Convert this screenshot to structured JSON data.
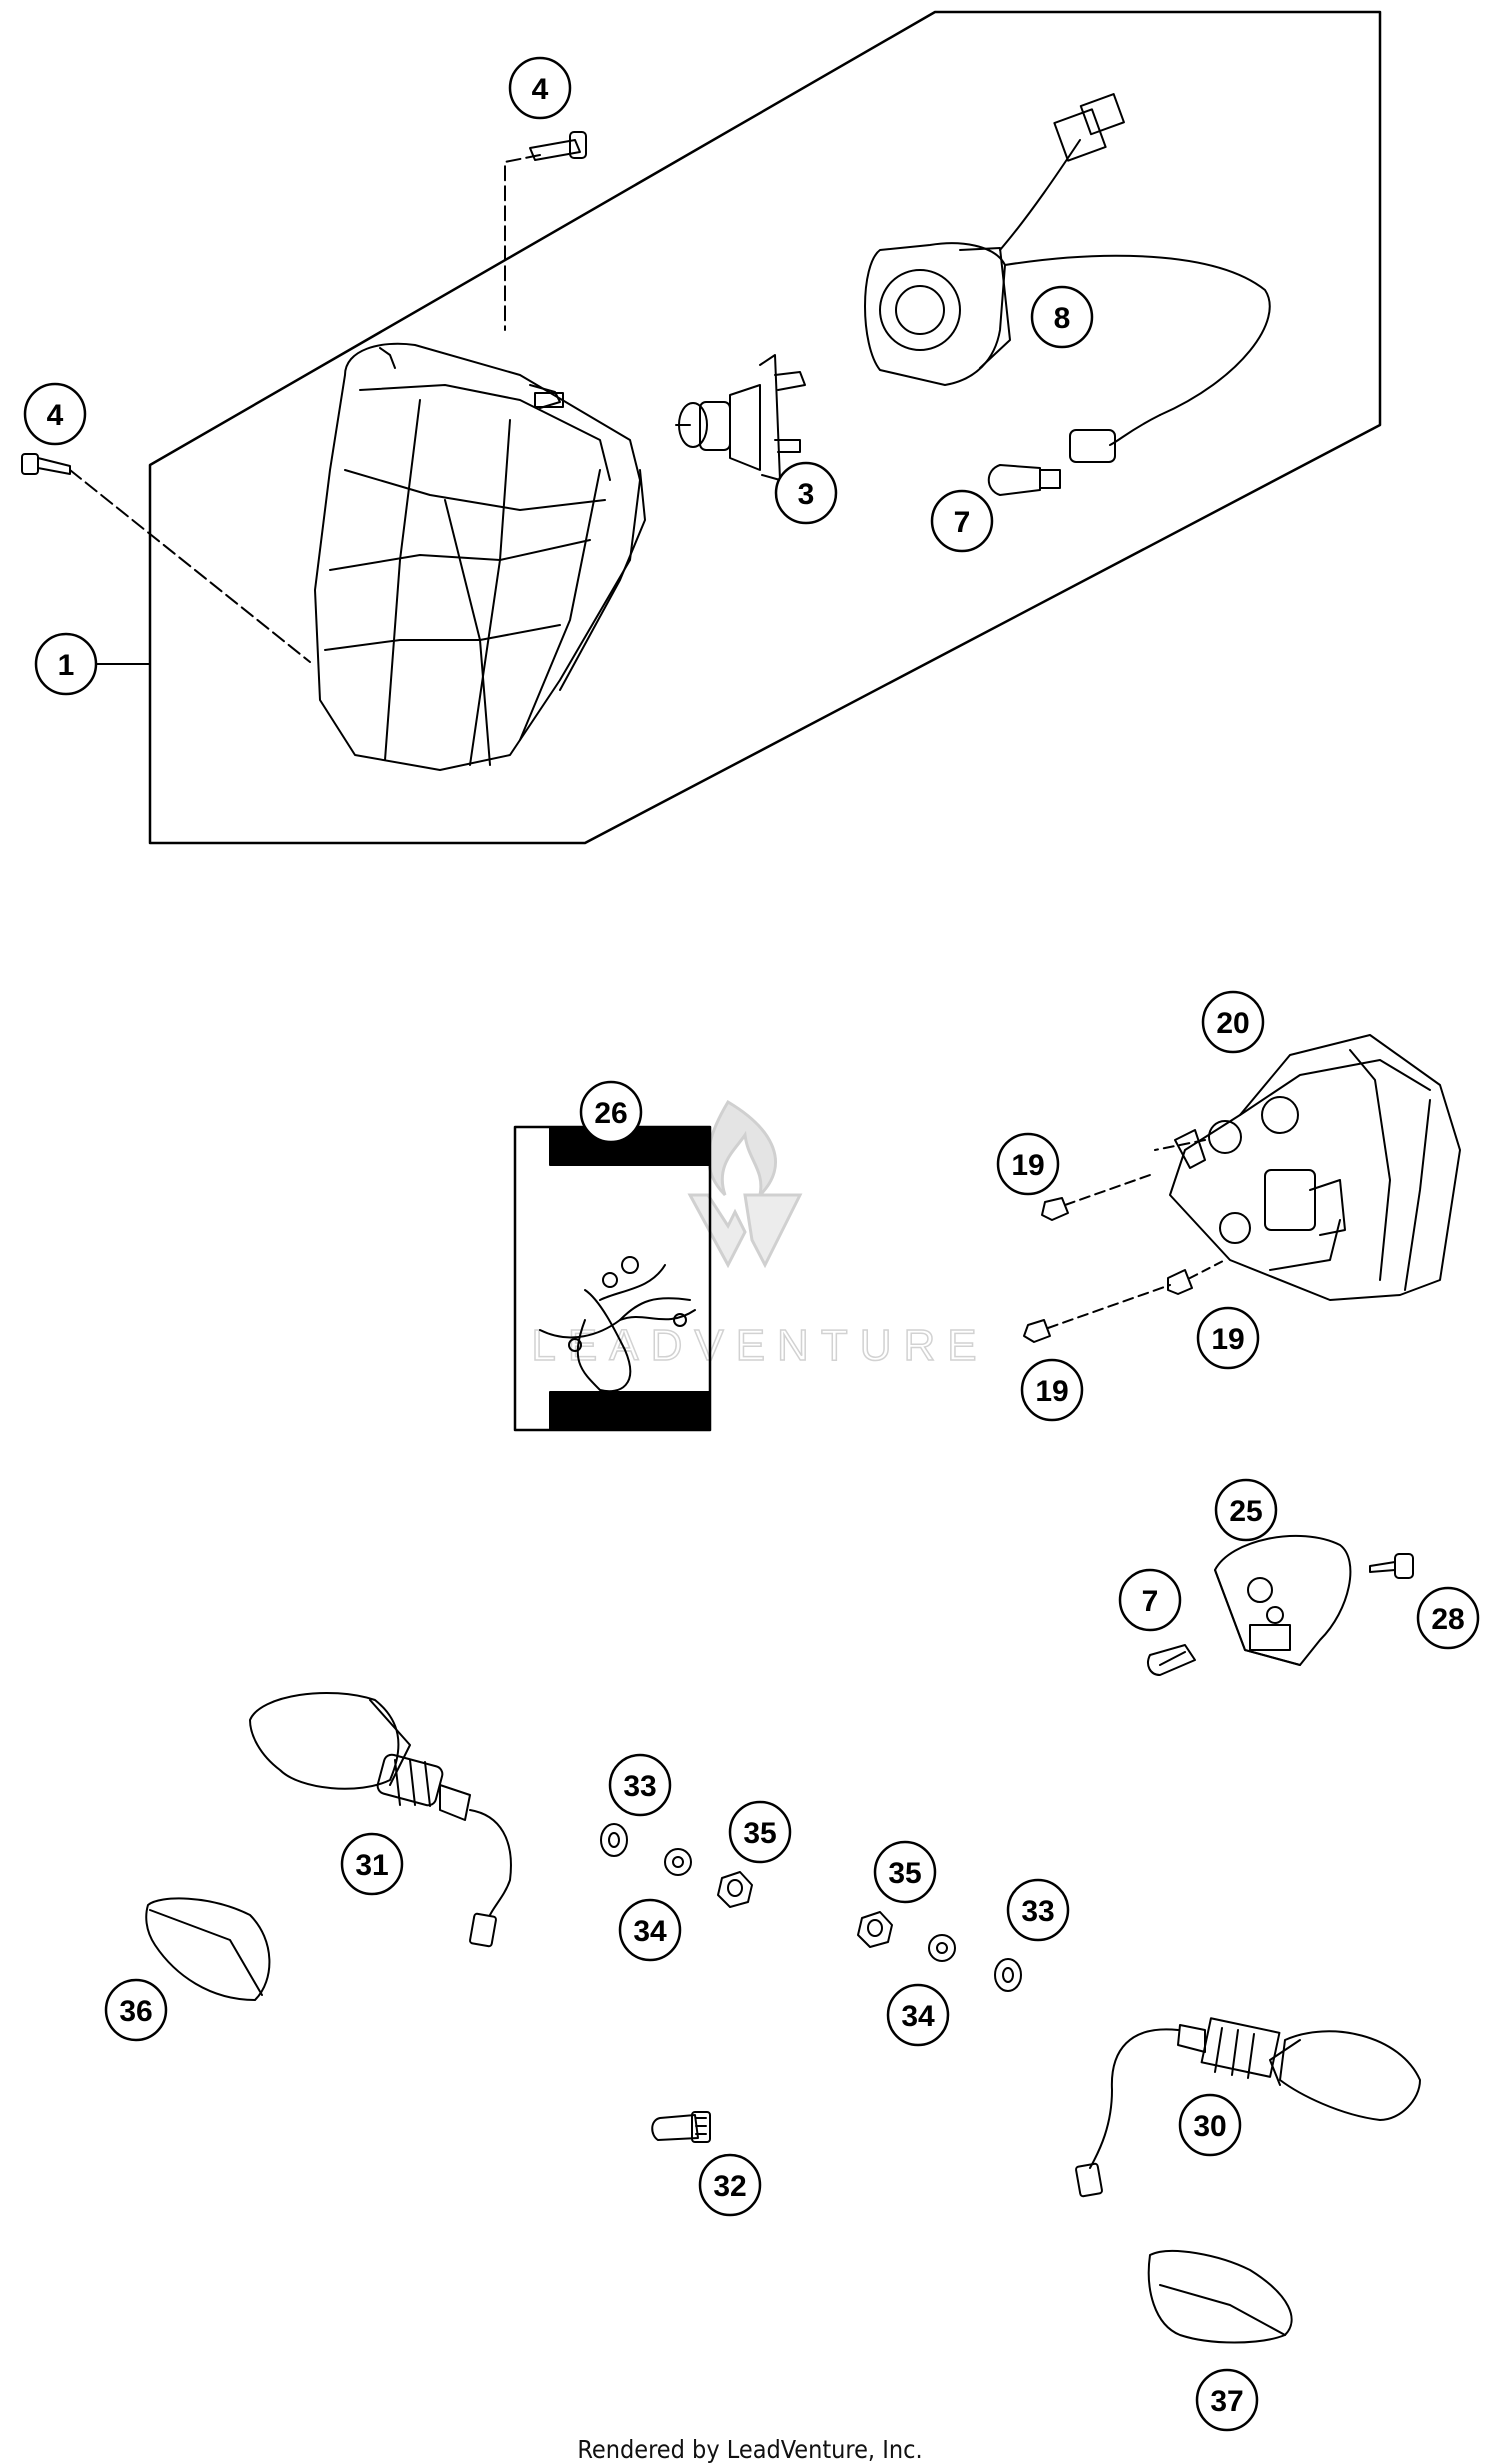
{
  "watermark": {
    "text": "LEADVENTURE",
    "icon": "leadventure-logo-icon"
  },
  "footer": {
    "text": "Rendered by LeadVenture, Inc."
  },
  "callouts": [
    "1",
    "3",
    "4",
    "4",
    "7",
    "7",
    "8",
    "19",
    "19",
    "19",
    "20",
    "25",
    "26",
    "28",
    "30",
    "31",
    "32",
    "33",
    "33",
    "34",
    "34",
    "35",
    "35",
    "36",
    "37"
  ],
  "colors": {
    "line": "#000000",
    "background": "#ffffff",
    "watermark": "#d6d6d6"
  }
}
